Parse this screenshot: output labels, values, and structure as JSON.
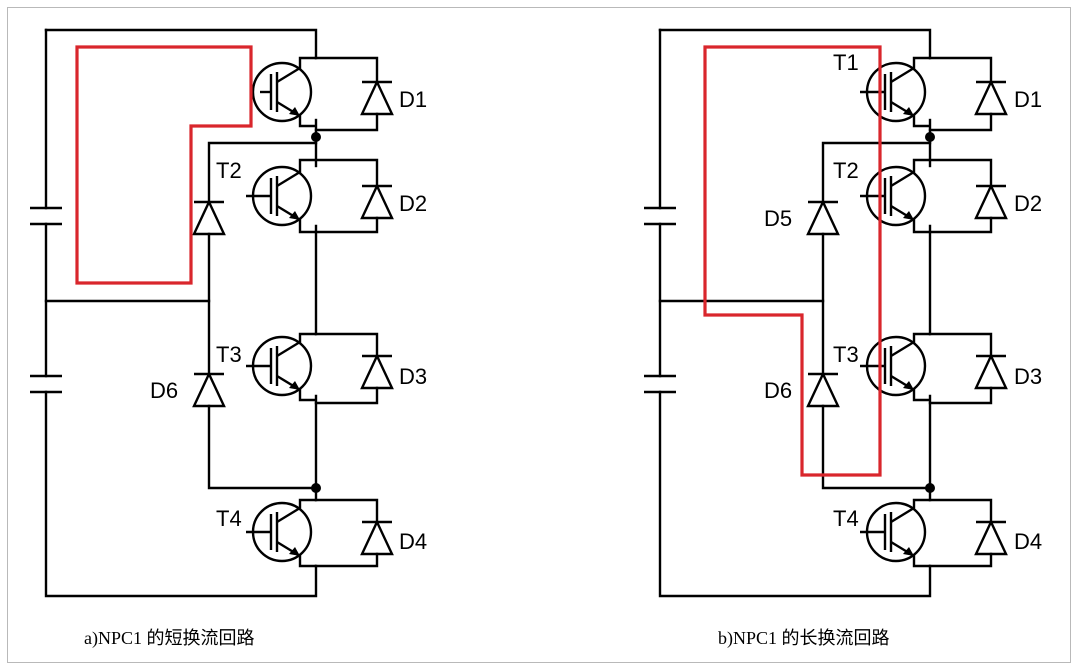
{
  "colors": {
    "wire": "#000000",
    "loop": "#d9262c",
    "frame_border": "#b9b9b9",
    "background": "#ffffff"
  },
  "panels": [
    {
      "id": "a",
      "caption": "a)NPC1 的短换流回路",
      "transistor_labels": [
        "T2",
        "T3",
        "T4"
      ],
      "diode_labels": [
        "D1",
        "D2",
        "D3",
        "D4",
        "D6"
      ]
    },
    {
      "id": "b",
      "caption": "b)NPC1 的长换流回路",
      "transistor_labels": [
        "T1",
        "T2",
        "T3",
        "T4"
      ],
      "diode_labels": [
        "D1",
        "D2",
        "D3",
        "D4",
        "D5",
        "D6"
      ]
    }
  ]
}
